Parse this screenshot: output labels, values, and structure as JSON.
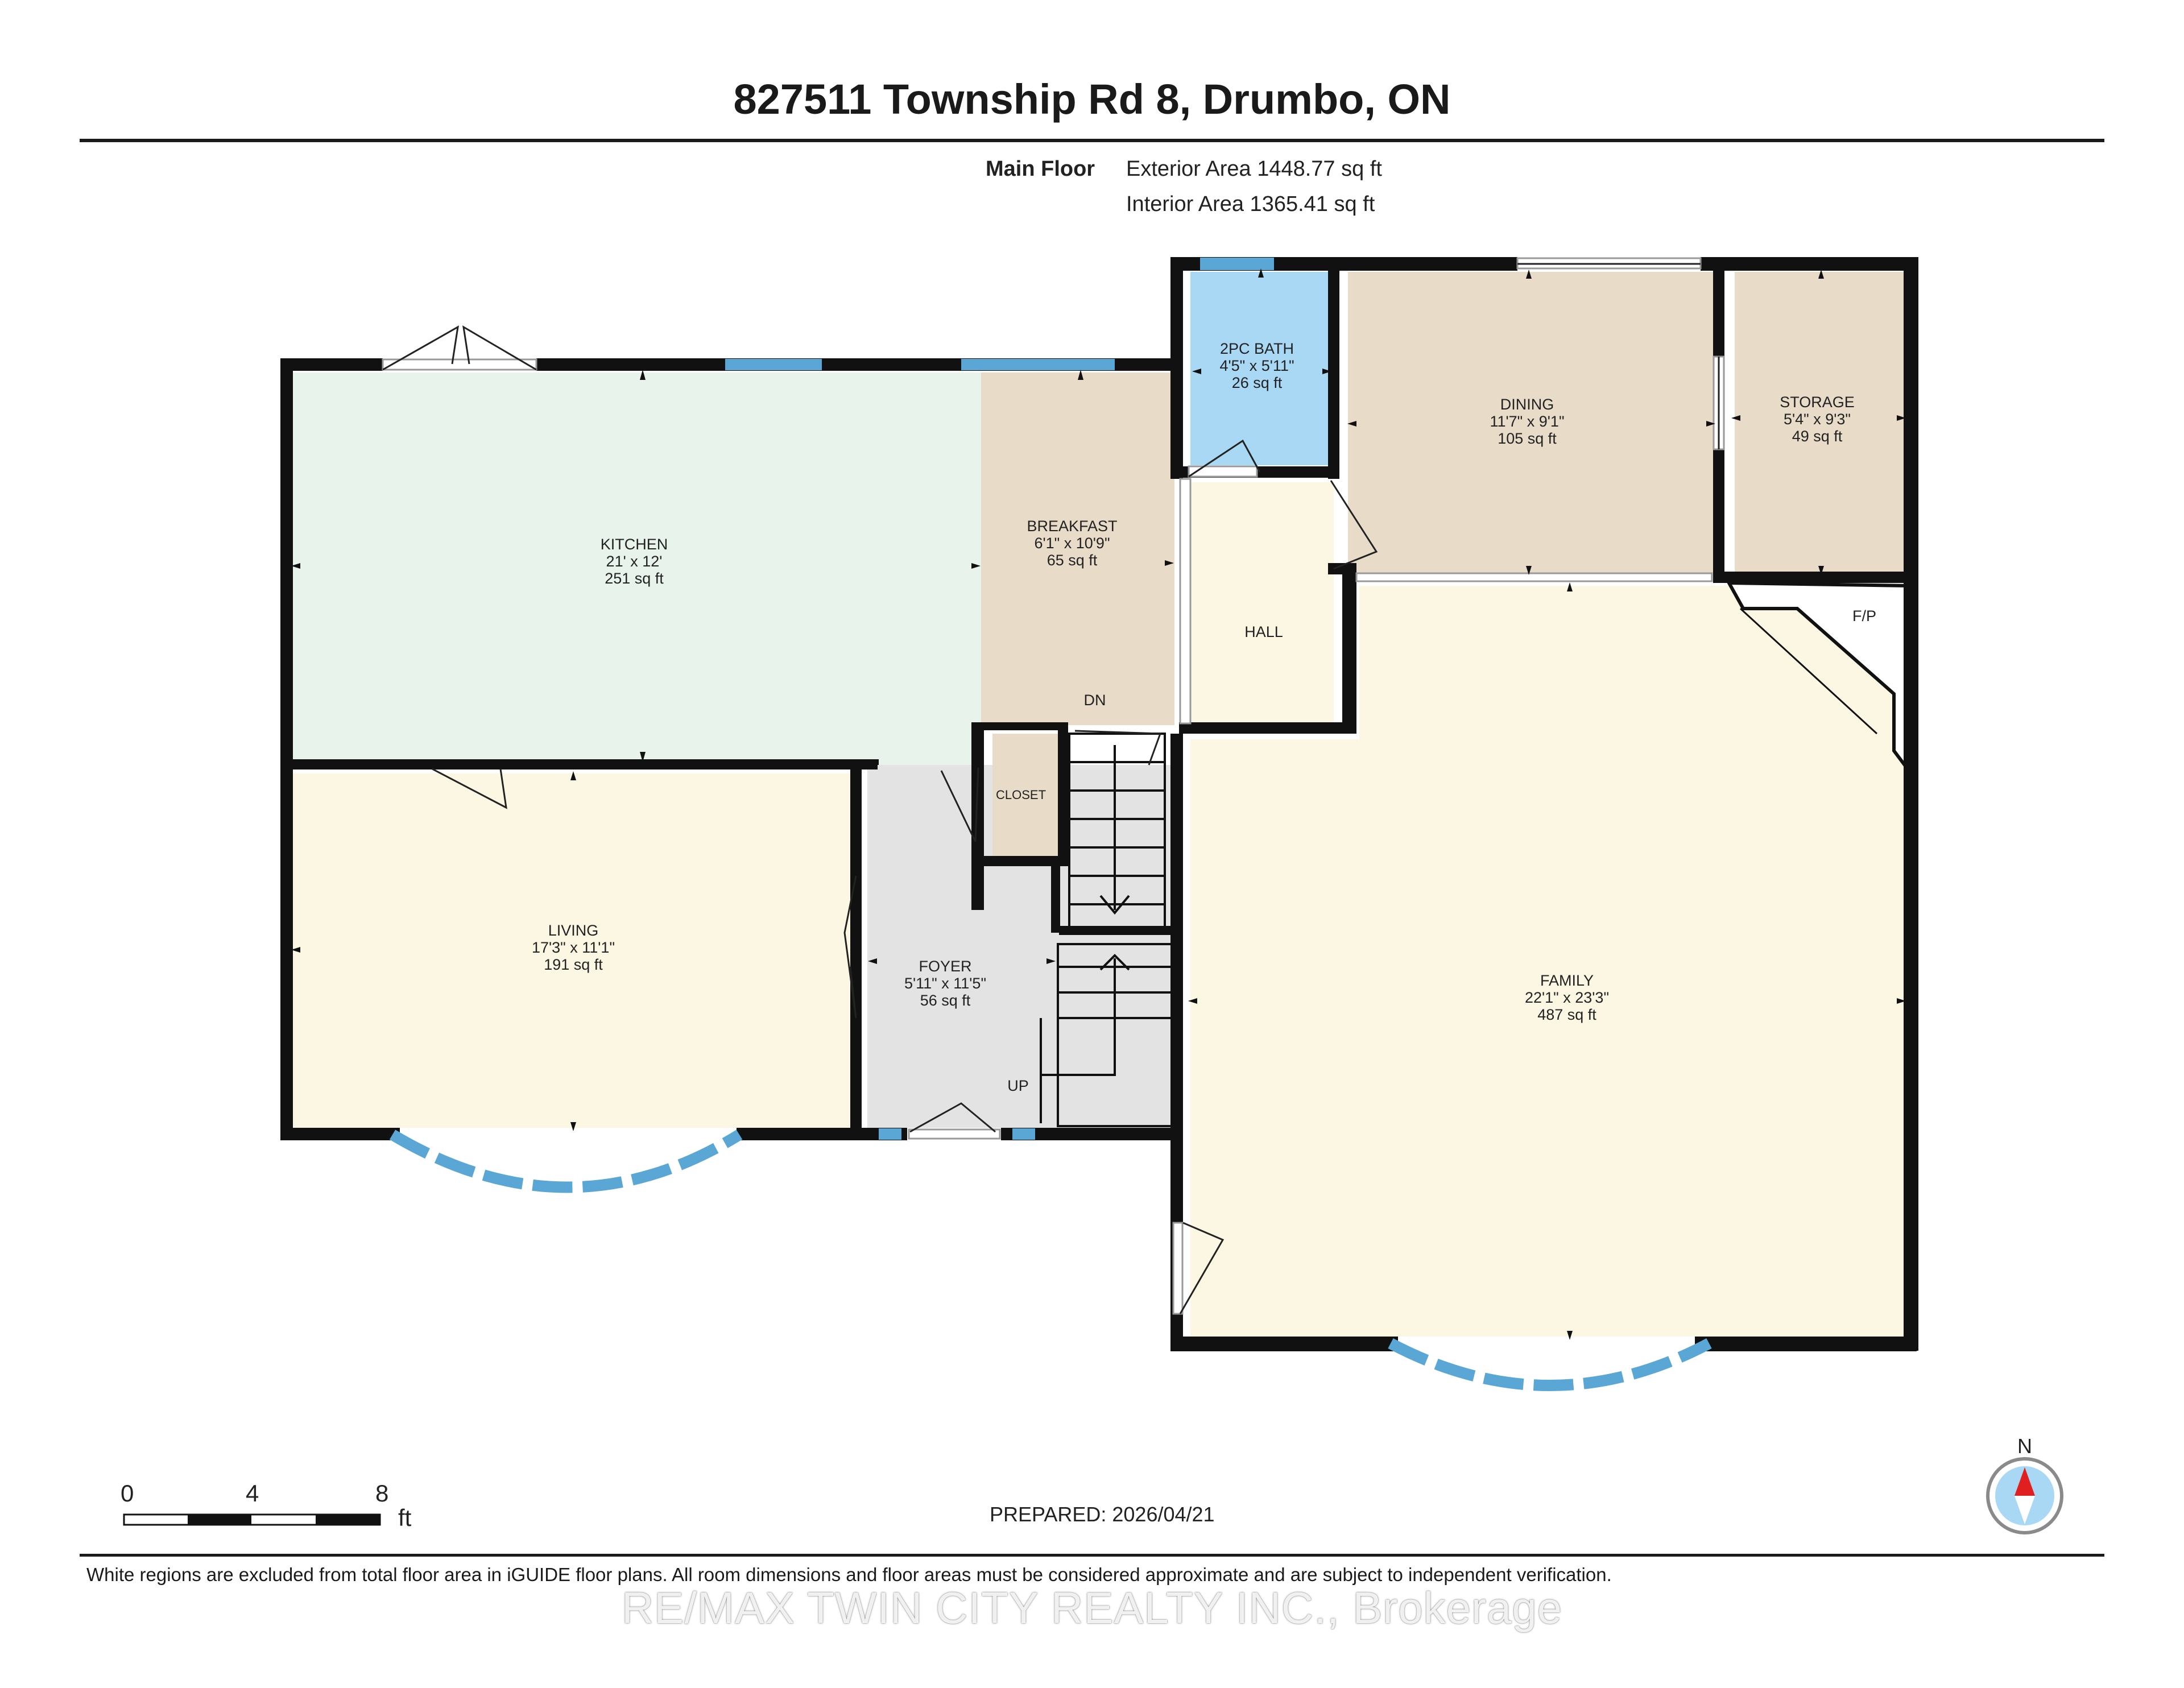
{
  "title": "827511 Township Rd 8, Drumbo, ON",
  "floor": {
    "name": "Main Floor",
    "exterior_area": "Exterior Area 1448.77 sq ft",
    "interior_area": "Interior Area 1365.41 sq ft"
  },
  "rooms": {
    "kitchen": {
      "name": "KITCHEN",
      "dims": "21' x 12'",
      "area": "251 sq ft"
    },
    "breakfast": {
      "name": "BREAKFAST",
      "dims": "6'1\" x 10'9\"",
      "area": "65 sq ft"
    },
    "bath": {
      "name": "2PC BATH",
      "dims": "4'5\" x 5'11\"",
      "area": "26 sq ft"
    },
    "dining": {
      "name": "DINING",
      "dims": "11'7\" x 9'1\"",
      "area": "105 sq ft"
    },
    "storage": {
      "name": "STORAGE",
      "dims": "5'4\" x 9'3\"",
      "area": "49 sq ft"
    },
    "hall": {
      "name": "HALL"
    },
    "fp": {
      "name": "F/P"
    },
    "closet": {
      "name": "CLOSET"
    },
    "living": {
      "name": "LIVING",
      "dims": "17'3\" x 11'1\"",
      "area": "191 sq ft"
    },
    "foyer": {
      "name": "FOYER",
      "dims": "5'11\" x 11'5\"",
      "area": "56 sq ft"
    },
    "family": {
      "name": "FAMILY",
      "dims": "22'1\" x 23'3\"",
      "area": "487 sq ft"
    }
  },
  "stairs": {
    "down": "DN",
    "up": "UP"
  },
  "scale_bar": {
    "ticks": [
      "0",
      "4",
      "8"
    ],
    "unit": "ft"
  },
  "compass": {
    "label": "N",
    "icon": "north-arrow-icon"
  },
  "prepared": "PREPARED: 2026/04/21",
  "disclaimer": "White regions are excluded from total floor area in iGUIDE floor plans. All room dimensions and floor areas must be considered approximate and are subject to independent verification.",
  "watermark": "RE/MAX TWIN CITY REALTY INC., Brokerage",
  "colors": {
    "wall": "#111111",
    "window": "#5aa7d6",
    "kitchen": "#e8f3ec",
    "breakfast": "#e8dcc9",
    "bath": "#a9d8f5",
    "dining": "#e8dcc9",
    "storage": "#e8dcc9",
    "hall": "#fcf7e2",
    "living": "#fcf7e2",
    "family": "#fcf7e2",
    "foyer": "#e3e3e3",
    "closet": "#e8dcc9"
  }
}
